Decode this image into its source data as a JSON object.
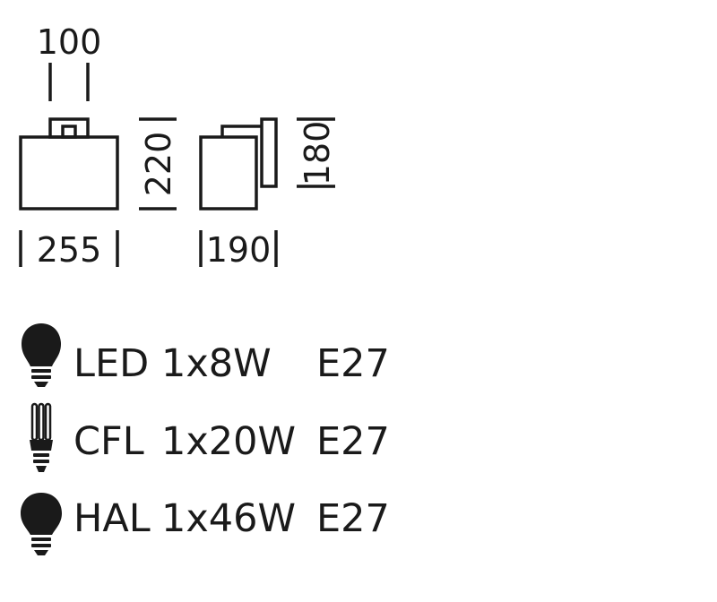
{
  "dimensions": {
    "top_width": "100",
    "front_height": "220",
    "front_width": "255",
    "side_depth": "190",
    "plate_height": "180"
  },
  "bulbs": [
    {
      "icon": "led-bulb-icon",
      "type": "LED",
      "power": "1x8W",
      "socket": "E27"
    },
    {
      "icon": "cfl-bulb-icon",
      "type": "CFL",
      "power": "1x20W",
      "socket": "E27"
    },
    {
      "icon": "halogen-bulb-icon",
      "type": "HAL",
      "power": "1x46W",
      "socket": "E27"
    }
  ],
  "colors": {
    "line": "#1a1a1a",
    "background": "#ffffff"
  }
}
